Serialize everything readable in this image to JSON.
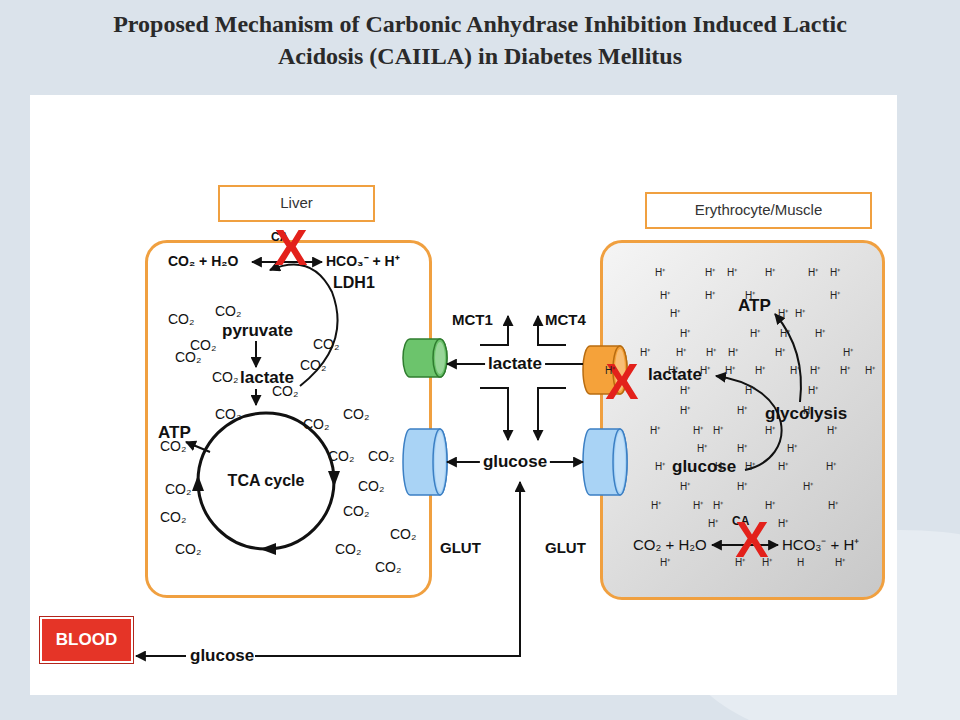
{
  "diagram": {
    "title": "Proposed Mechanism of Carbonic Anhydrase Inhibition Induced Lactic Acidosis (CAIILA) in Diabetes Mellitus",
    "nodes": [
      {
        "text": [
          "Liver"
        ]
      },
      {
        "text": [
          "CA",
          "CO₂ + H₂O",
          "HCO₃⁻ + H⁺",
          "LDH1",
          "pyruvate",
          "lactate",
          "ATP"
        ]
      },
      {
        "text": [
          "TCA cycle"
        ],
        "in": 1
      },
      {
        "text": [
          "MCT1"
        ],
        "in": 1
      },
      {
        "text": [
          "GLUT"
        ],
        "in": 1
      },
      {
        "text": [
          "Erythrocyte/Muscle"
        ]
      },
      {
        "text": [
          "ATP",
          "lactate",
          "glycolysis",
          "glucose",
          "CA",
          "CO₂ + H₂O",
          "HCO₃⁻ + H⁺"
        ]
      },
      {
        "text": [
          "MCT4"
        ],
        "in": 6
      },
      {
        "text": [
          "GLUT"
        ],
        "in": 6
      },
      {
        "text": [
          "BLOOD"
        ]
      }
    ],
    "edges": [
      {
        "from": 7,
        "to": 3,
        "arrow": "to",
        "label": "lactate"
      },
      {
        "from": 8,
        "to": 4,
        "arrow": "both",
        "label": "glucose"
      }
    ],
    "labels": [
      "X",
      "X",
      "X",
      "CO₂",
      "CO₂",
      "CO₂",
      "CO₂",
      "CO₂",
      "CO₂",
      "CO₂",
      "CO₂",
      "CO₂",
      "CO₂",
      "CO₂",
      "CO₂",
      "CO₂",
      "CO₂",
      "CO₂",
      "CO₂",
      "CO₂",
      "CO₂",
      "CO₂",
      "CO₂",
      "CO₂",
      "CO₂",
      "H⁺",
      "H⁺",
      "H⁺",
      "H⁺",
      "H⁺",
      "H⁺",
      "H⁺",
      "H⁺",
      "H⁺",
      "H⁺",
      "H⁺",
      "H⁺",
      "H⁺",
      "H⁺",
      "H⁺",
      "H⁺",
      "H⁺",
      "H⁺",
      "H⁺",
      "H⁺",
      "H⁺",
      "H⁺",
      "H⁺",
      "H⁺",
      "H⁺",
      "H⁺",
      "H⁺",
      "H⁺",
      "H⁺",
      "H⁺",
      "H⁺",
      "H⁺",
      "H⁺",
      "H⁺",
      "H⁺",
      "H⁺",
      "H⁺",
      "H⁺",
      "H⁺",
      "H⁺",
      "H⁺",
      "H⁺",
      "H⁺",
      "H⁺",
      "H⁺",
      "H⁺",
      "H⁺",
      "H⁺",
      "H⁺",
      "H⁺",
      "H⁺",
      "H⁺",
      "H⁺",
      "H⁺",
      "H⁺",
      "H⁺",
      "H⁺",
      "H⁺",
      "H⁺",
      "H⁺",
      "H⁺",
      "H⁺",
      "H⁺",
      "H⁺",
      "H",
      "H⁺",
      "glucose"
    ]
  }
}
